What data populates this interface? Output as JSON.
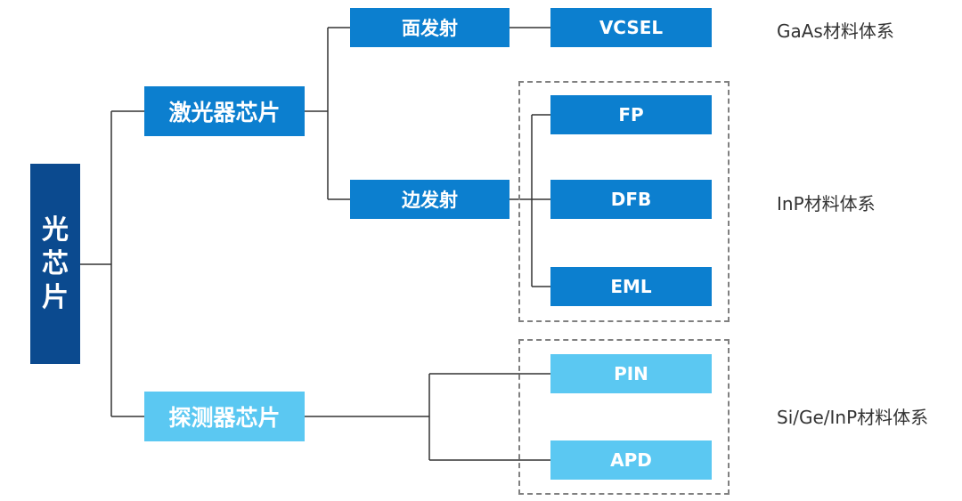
{
  "root": {
    "chars": [
      "光",
      "芯",
      "片"
    ]
  },
  "laser": {
    "label": "激光器芯片",
    "surface_emitting": {
      "label": "面发射",
      "devices": [
        "VCSEL"
      ]
    },
    "edge_emitting": {
      "label": "边发射",
      "devices": [
        "FP",
        "DFB",
        "EML"
      ]
    }
  },
  "detector": {
    "label": "探测器芯片",
    "devices": [
      "PIN",
      "APD"
    ]
  },
  "materials": {
    "vcsel": "GaAs材料体系",
    "edge": "InP材料体系",
    "detector": "Si/Ge/InP材料体系"
  },
  "colors": {
    "root": "#0b4a8f",
    "laser": "#0c7fcf",
    "detector": "#5bc8f2",
    "connector": "#333333",
    "dashed_group": "#808080"
  }
}
